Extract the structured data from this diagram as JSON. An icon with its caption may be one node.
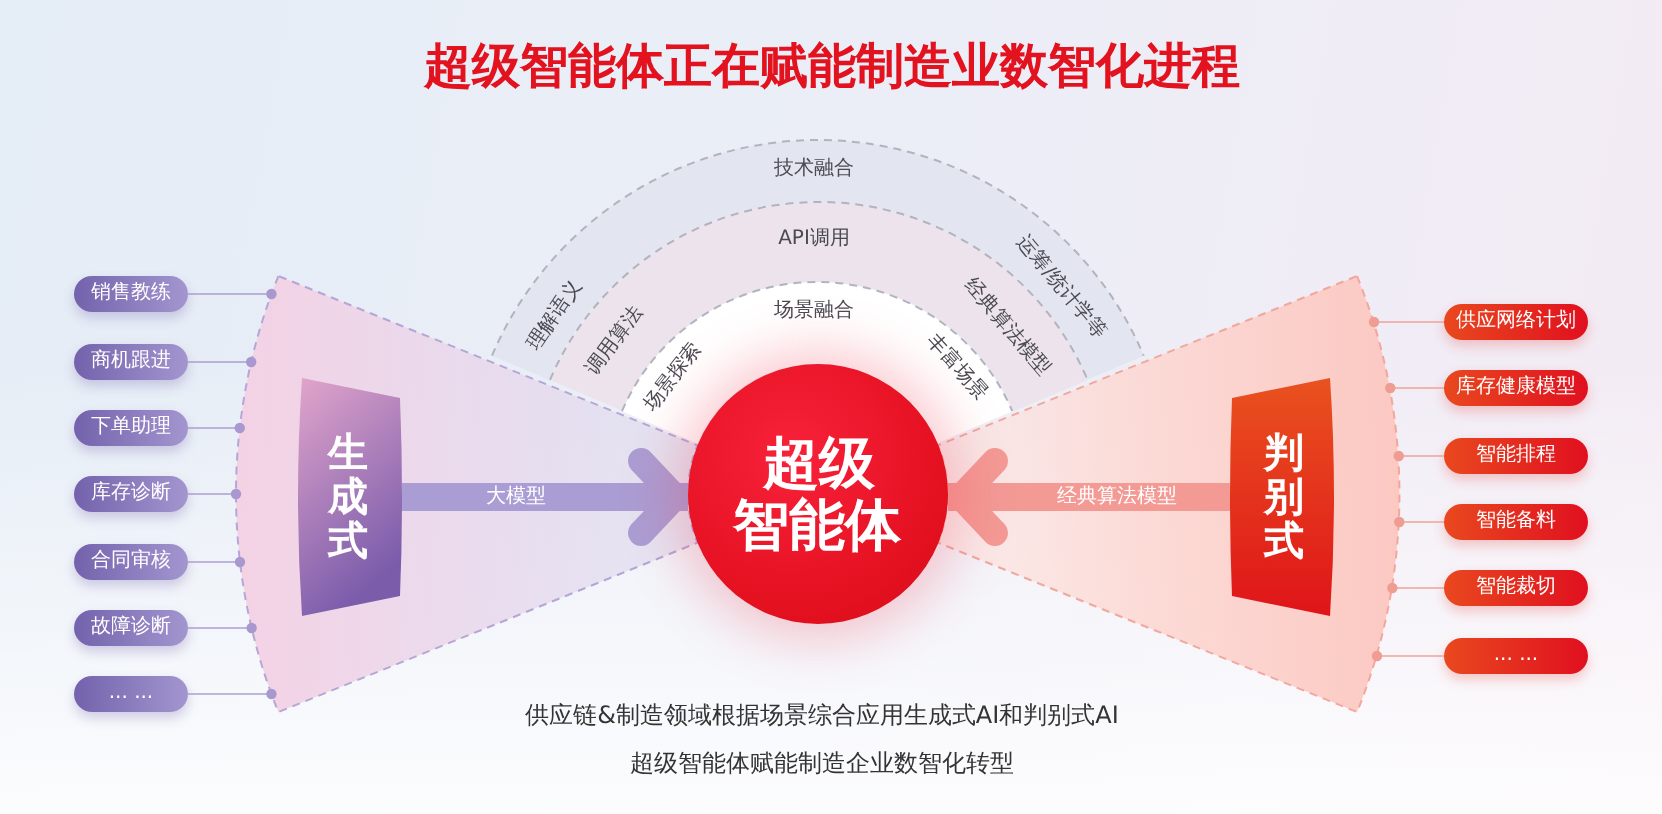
{
  "diagram": {
    "title": "超级智能体正在赋能制造业数智化进程",
    "nodes": [
      {
        "text": [
          "技术融合",
          "理解语义",
          "运筹/统计学等"
        ]
      },
      {
        "text": [
          "API调用",
          "调用算法",
          "经典算法模型"
        ]
      },
      {
        "text": [
          "场景融合",
          "场景探索",
          "丰富场景"
        ]
      },
      {
        "text": [
          "销售教练"
        ]
      },
      {
        "text": [
          "商机跟进"
        ]
      },
      {
        "text": [
          "下单助理"
        ]
      },
      {
        "text": [
          "库存诊断"
        ]
      },
      {
        "text": [
          "合同审核"
        ]
      },
      {
        "text": [
          "故障诊断"
        ]
      },
      {
        "text": [
          "... ..."
        ]
      },
      {
        "text": [],
        "shape": "sector"
      },
      {
        "text": [
          "生成式"
        ],
        "in": 10
      },
      {
        "text": [
          "超级智能体"
        ]
      },
      {
        "text": [],
        "shape": "sector"
      },
      {
        "text": [
          "判别式"
        ],
        "in": 13
      },
      {
        "text": [
          "供应网络计划"
        ]
      },
      {
        "text": [
          "库存健康模型"
        ]
      },
      {
        "text": [
          "智能排程"
        ]
      },
      {
        "text": [
          "智能备料"
        ]
      },
      {
        "text": [
          "智能裁切"
        ]
      },
      {
        "text": [
          "... ..."
        ]
      }
    ],
    "edges": [
      {
        "from": 3,
        "to": 10,
        "arrow": "other"
      },
      {
        "from": 4,
        "to": 10,
        "arrow": "other"
      },
      {
        "from": 5,
        "to": 10,
        "arrow": "other"
      },
      {
        "from": 6,
        "to": 10,
        "arrow": "other"
      },
      {
        "from": 7,
        "to": 10,
        "arrow": "other"
      },
      {
        "from": 8,
        "to": 10,
        "arrow": "other"
      },
      {
        "from": 9,
        "to": 10,
        "arrow": "other"
      },
      {
        "from": 11,
        "to": 12,
        "arrow": "to",
        "label": "大模型",
        "style": "thick",
        "color": "#aa9dd3"
      },
      {
        "from": 14,
        "to": 12,
        "arrow": "to",
        "label": "经典算法模型",
        "style": "thick",
        "color": "#f39a95"
      },
      {
        "from": 15,
        "to": 13,
        "arrow": "other",
        "color": "#ef9c92"
      },
      {
        "from": 16,
        "to": 13,
        "arrow": "other",
        "color": "#ef9c92"
      },
      {
        "from": 17,
        "to": 13,
        "arrow": "other",
        "color": "#ef9c92"
      },
      {
        "from": 18,
        "to": 13,
        "arrow": "other",
        "color": "#ef9c92"
      },
      {
        "from": 19,
        "to": 13,
        "arrow": "other",
        "color": "#ef9c92"
      },
      {
        "from": 20,
        "to": 13,
        "arrow": "other",
        "color": "#ef9c92"
      }
    ],
    "labels": [
      "供应链&制造领域根据场景综合应用生成式AI和判别式AI",
      "超级智能体赋能制造企业数智化转型"
    ]
  }
}
